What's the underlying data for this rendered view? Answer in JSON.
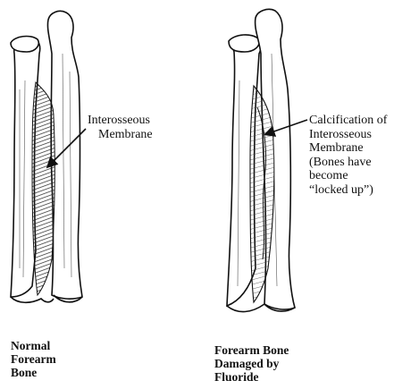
{
  "normal_bone": {
    "label_lines": [
      "Interosseous",
      "Membrane"
    ],
    "caption_lines": [
      "Normal",
      "Forearm",
      "Bone"
    ]
  },
  "damaged_bone": {
    "label_lines": [
      "Calcification of",
      "Interosseous",
      "Membrane",
      "(Bones have",
      "become",
      "“locked up”)"
    ],
    "caption_lines": [
      "Forearm Bone",
      "Damaged by",
      "Fluoride"
    ]
  },
  "colors": {
    "ink": "#111111",
    "background": "#ffffff"
  }
}
